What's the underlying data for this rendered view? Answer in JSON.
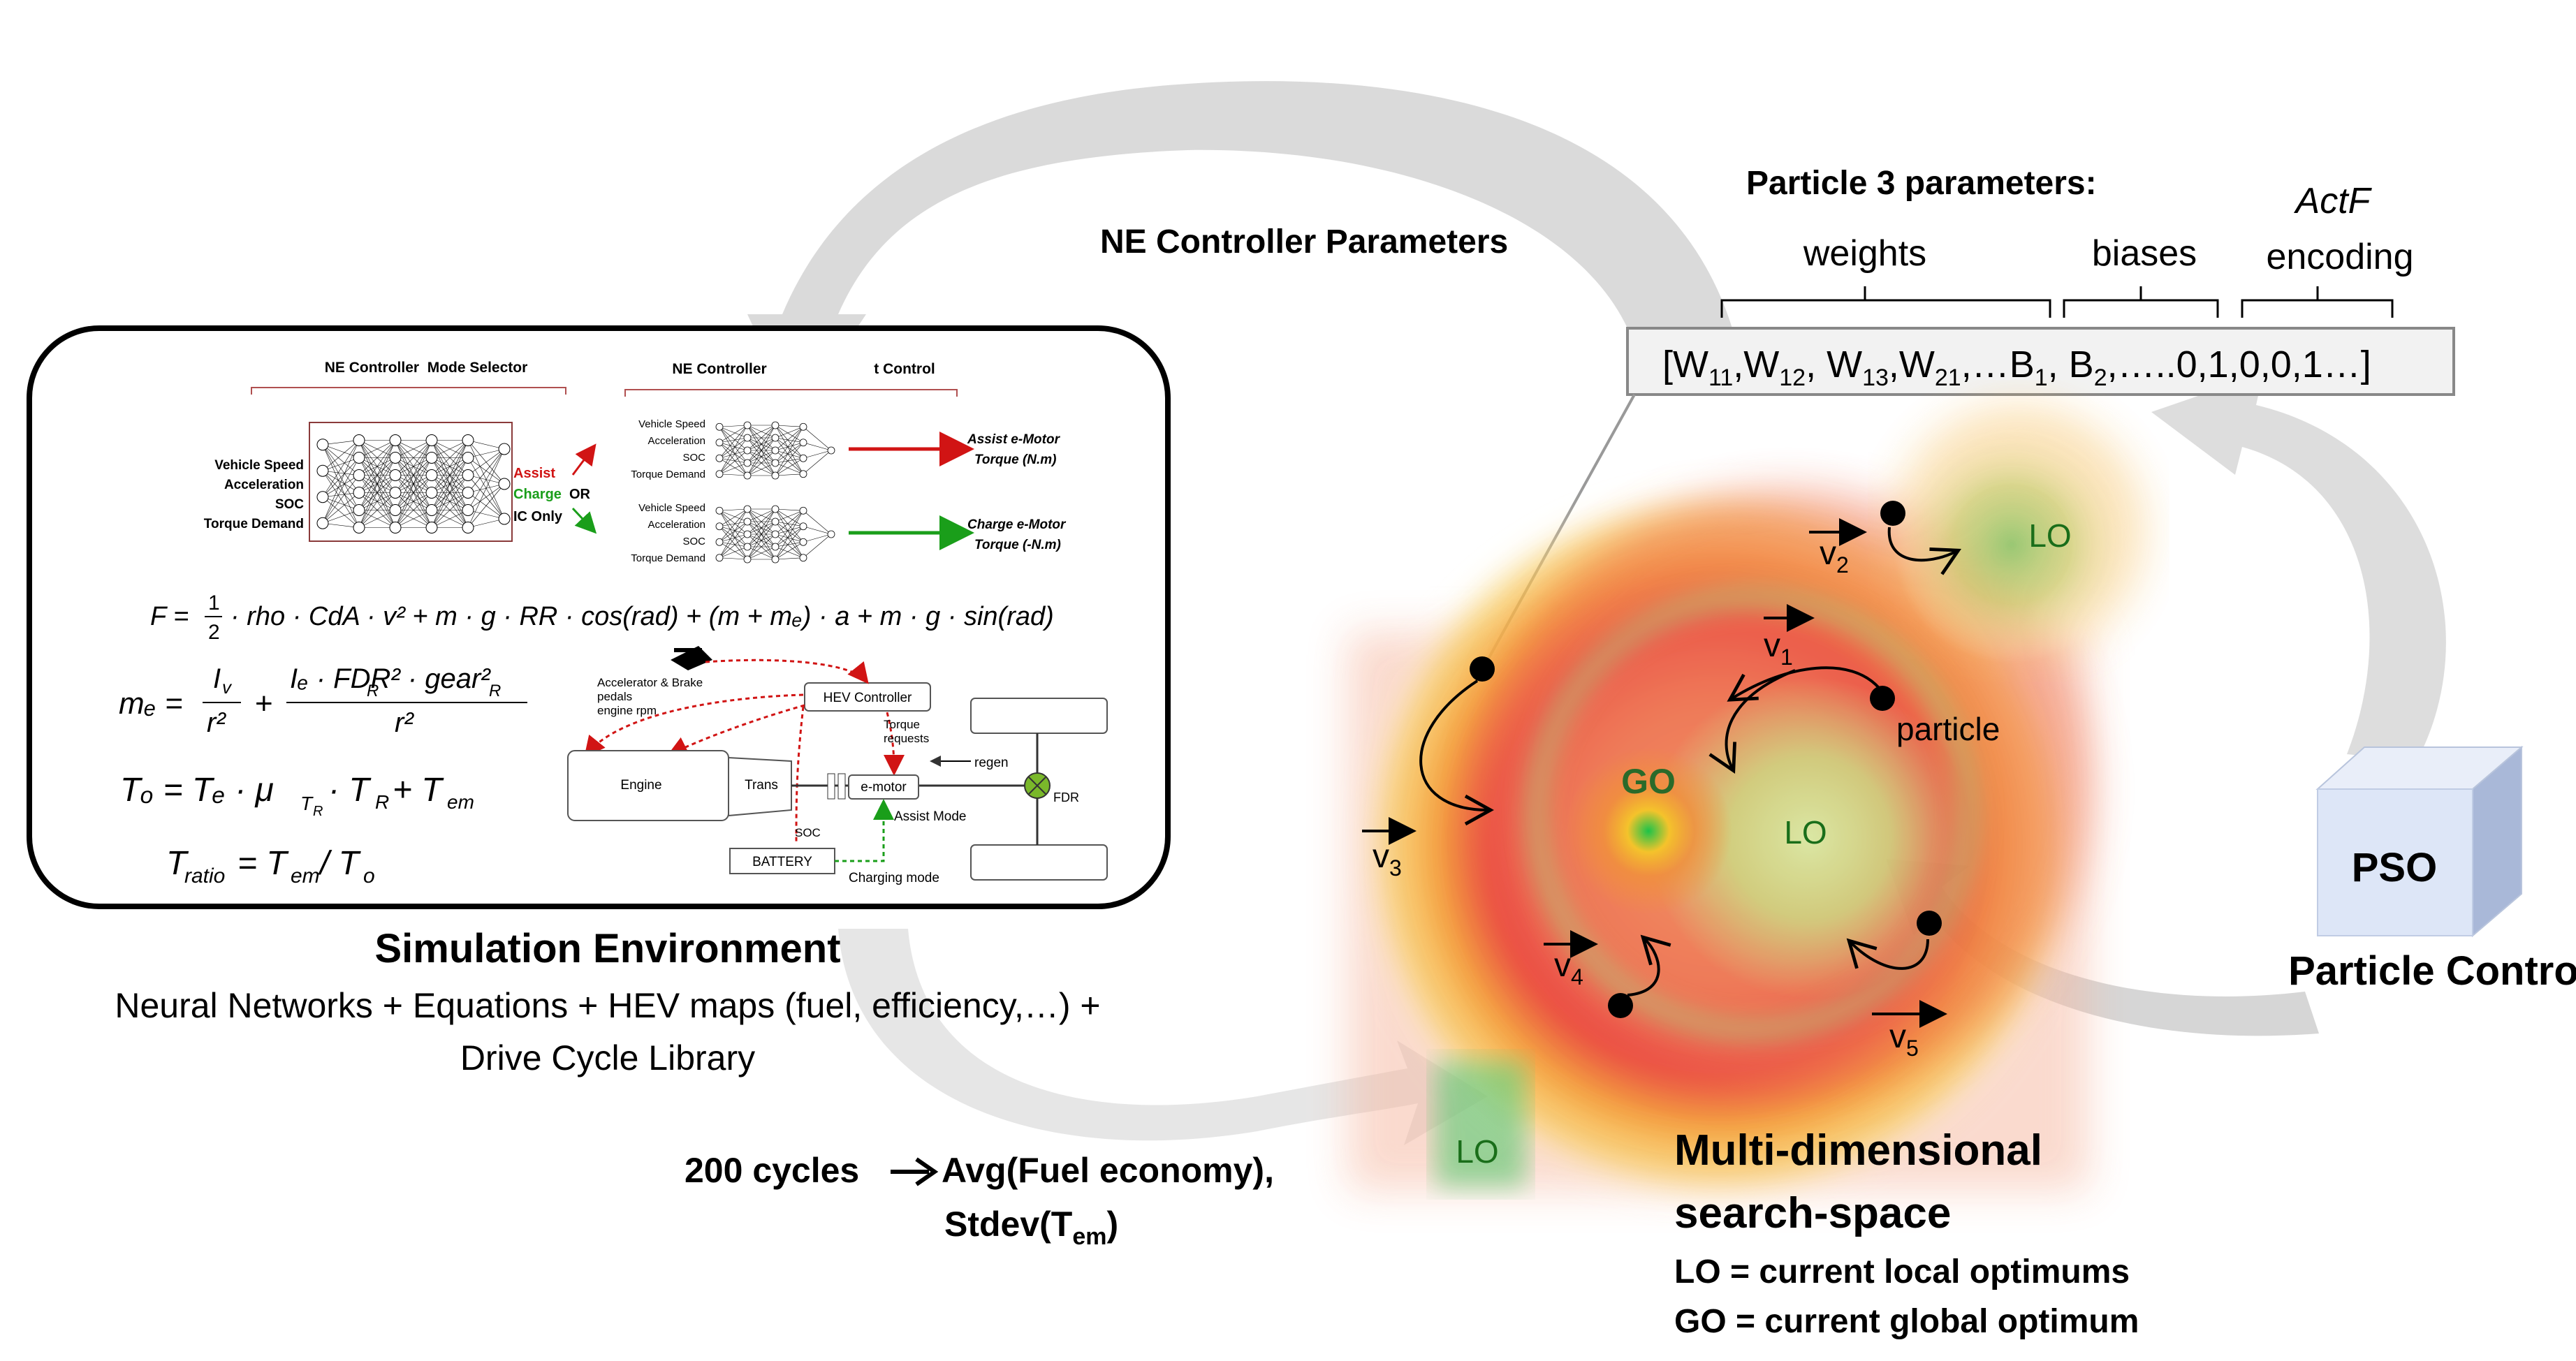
{
  "pso_loop": {
    "ne_params_label": "NE Controller Parameters",
    "particle_title": "Particle 3 parameters:",
    "group_weights": "weights",
    "group_biases": "biases",
    "group_actf_1": "ActF",
    "group_actf_2": "encoding",
    "pso_box": "PSO",
    "particle_control": "Particle Control"
  },
  "sim_panel": {
    "mode_selector_title": "NE Controller  Mode Selector",
    "torque_control_title": "NE Controller",
    "torque_control_title_tail": "t Control",
    "inputs": [
      "Vehicle Speed",
      "Acceleration",
      "SOC",
      "Torque Demand"
    ],
    "small_inputs": [
      "Vehicle Speed",
      "Acceleration",
      "SOC",
      "Torque Demand"
    ],
    "mode_assist": "Assist",
    "mode_charge": "Charge",
    "mode_or": "OR",
    "mode_ic": "IC Only",
    "assist_out_1": "Assist e-Motor",
    "assist_out_2": "Torque (N.m)",
    "charge_out_1": "Charge e-Motor",
    "charge_out_2": "Torque (-N.m)",
    "hev": {
      "pedals_1": "Accelerator & Brake",
      "pedals_2": "pedals",
      "pedals_3": "engine rpm",
      "controller": "HEV Controller",
      "torque_req_1": "Torque",
      "torque_req_2": "requests",
      "regen": "regen",
      "engine": "Engine",
      "trans": "Trans",
      "emotor": "e-motor",
      "fdr": "FDR",
      "soc": "SOC",
      "assist_mode": "Assist Mode",
      "battery": "BATTERY",
      "charging_mode": "Charging mode"
    }
  },
  "sim_caption": {
    "title": "Simulation Environment",
    "line1": "Neural Networks + Equations + HEV maps (fuel, efficiency,…) +",
    "line2": "Drive Cycle Library"
  },
  "cycles": {
    "line1_a": "200 cycles",
    "line1_b": "Avg(Fuel economy),",
    "line2": "Stdev(T",
    "line2_sub": "em",
    "line2_end": ")"
  },
  "search": {
    "lo_labels": [
      "LO",
      "LO",
      "LO"
    ],
    "go_label": "GO",
    "particle_label": "particle",
    "velocity_subscripts": [
      "1",
      "2",
      "3",
      "4",
      "5"
    ],
    "title_1": "Multi-dimensional",
    "title_2": "search-space",
    "legend_lo": "LO = current local optimums",
    "legend_go": "GO = current global optimum"
  },
  "colors": {
    "assist": "#d11414",
    "charge": "#1a9e1a",
    "pso_box": "#dfe8f8",
    "flow_arrow": "#d9d9d9"
  }
}
